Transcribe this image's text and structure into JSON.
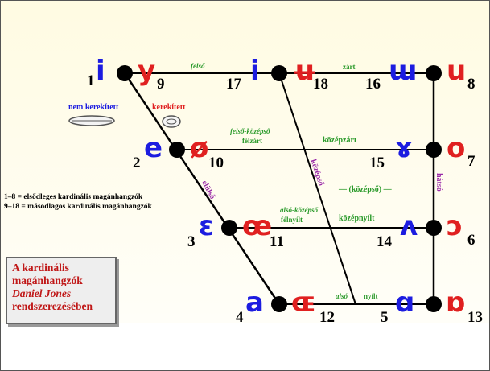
{
  "title_box": {
    "line1": "A kardinális",
    "line2": "magánhangzók",
    "line3": "Daniel Jones",
    "line4": "rendszerezésében"
  },
  "vowels": [
    {
      "id": "v1",
      "symbol": "i",
      "number": "1",
      "color": "blue"
    },
    {
      "id": "v9",
      "symbol": "y",
      "number": "9",
      "color": "red"
    },
    {
      "id": "v17",
      "symbol": "i",
      "number": "17",
      "color": "blue"
    },
    {
      "id": "v18",
      "symbol": "ʉ",
      "number": "18",
      "color": "red"
    },
    {
      "id": "v16",
      "symbol": "ɯ",
      "number": "16",
      "color": "blue"
    },
    {
      "id": "v8",
      "symbol": "u",
      "number": "8",
      "color": "red"
    },
    {
      "id": "v2",
      "symbol": "e",
      "number": "2",
      "color": "blue"
    },
    {
      "id": "v10",
      "symbol": "ø",
      "number": "10",
      "color": "red"
    },
    {
      "id": "v15",
      "symbol": "ɤ",
      "number": "15",
      "color": "blue"
    },
    {
      "id": "v7",
      "symbol": "o",
      "number": "7",
      "color": "red"
    },
    {
      "id": "v3",
      "symbol": "ɛ",
      "number": "3",
      "color": "blue"
    },
    {
      "id": "v11",
      "symbol": "œ",
      "number": "11",
      "color": "red"
    },
    {
      "id": "v14",
      "symbol": "ʌ",
      "number": "14",
      "color": "blue"
    },
    {
      "id": "v6",
      "symbol": "ɔ",
      "number": "6",
      "color": "red"
    },
    {
      "id": "v4",
      "symbol": "a",
      "number": "4",
      "color": "blue"
    },
    {
      "id": "v12",
      "symbol": "ɶ",
      "number": "12",
      "color": "red"
    },
    {
      "id": "v5",
      "symbol": "ɑ",
      "number": "5",
      "color": "blue"
    },
    {
      "id": "v13",
      "symbol": "ɒ",
      "number": "13",
      "color": "red"
    }
  ],
  "height_labels": {
    "zart_left": "felső",
    "zart_right": "zárt",
    "felso_kozepso": "felső-középső",
    "felzart": "félzárt",
    "kozepzart": "középzárt",
    "kozepso": "(középső)",
    "also_kozepso": "alsó-középső",
    "felnyilt": "félnyílt",
    "kozepnyilt": "középnyílt",
    "also": "alsó",
    "nyilt": "nyílt"
  },
  "position_labels": {
    "elulso": "elülső",
    "kozeps": "középső",
    "hatso": "hátsó"
  },
  "lips": {
    "unrounded": "nem kerekített",
    "rounded": "kerekített"
  },
  "notes": {
    "line1": "1–8   = elsődleges kardinális magánhangzók",
    "line2": "9–18 = másodlagos kardinális magánhangzók"
  },
  "colors": {
    "unrounded": "#1c1ce0",
    "rounded": "#e02020",
    "level_text": "#2a9a2a",
    "axis_text": "#9a2aa8",
    "title_text": "#c01818"
  }
}
